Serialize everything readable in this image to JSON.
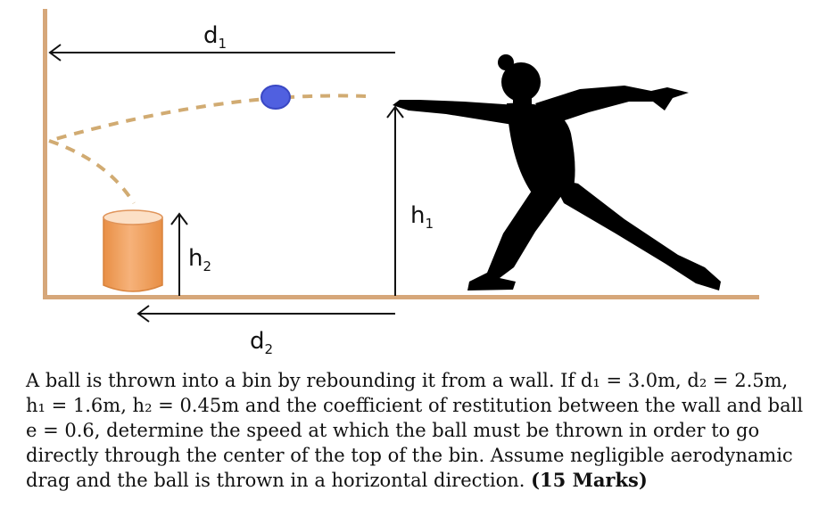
{
  "labels": {
    "d1": {
      "base": "d",
      "sub": "1"
    },
    "d2": {
      "base": "d",
      "sub": "2"
    },
    "h1": {
      "base": "h",
      "sub": "1"
    },
    "h2": {
      "base": "h",
      "sub": "2"
    }
  },
  "colors": {
    "ground": "#d6a77a",
    "wall": "#d6a77a",
    "trajectory": "#d1ab72",
    "ball": "#5060e0",
    "bin": "#f4a464",
    "figure": "#000000"
  },
  "problem": {
    "text": "A ball is thrown into a bin by rebounding it from a wall. If d₁ = 3.0m, d₂ = 2.5m, h₁ = 1.6m, h₂ = 0.45m and the coefficient of restitution between the wall and ball e = 0.6, determine the speed at which the ball must be thrown in order to go directly through the center of the top of the bin. Assume negligible aerodynamic drag and the ball is thrown in a horizontal direction.",
    "marks": "(15 Marks)"
  }
}
